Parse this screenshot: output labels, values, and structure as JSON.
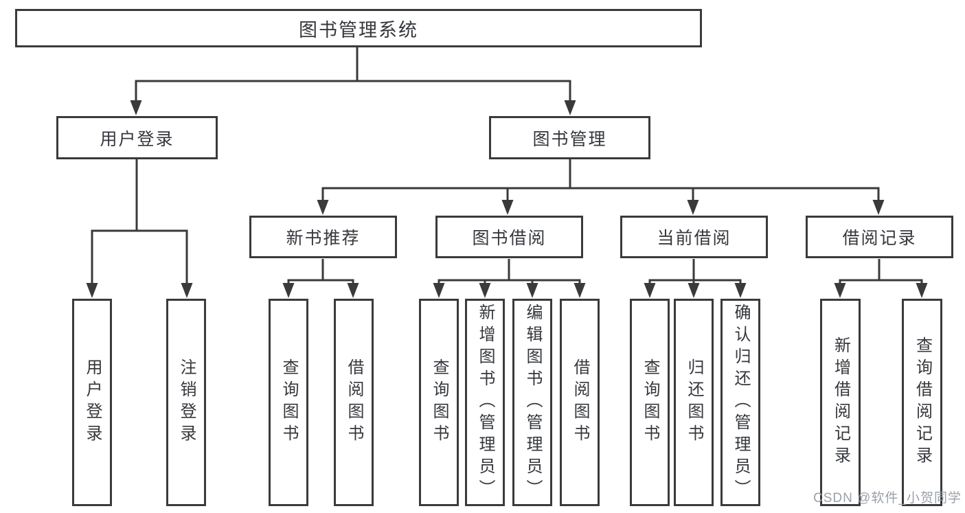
{
  "diagram": {
    "title": "图书管理系统",
    "branches": [
      {
        "label": "用户登录",
        "children": [
          "用户登录",
          "注销登录"
        ]
      },
      {
        "label": "图书管理",
        "children": [
          {
            "label": "新书推荐",
            "children": [
              "查询图书",
              "借阅图书"
            ]
          },
          {
            "label": "图书借阅",
            "children": [
              "查询图书",
              "新增图书（管理员）",
              "编辑图书（管理员）",
              "借阅图书"
            ]
          },
          {
            "label": "当前借阅",
            "children": [
              "查询图书",
              "归还图书",
              "确认归还（管理员）"
            ]
          },
          {
            "label": "借阅记录",
            "children": [
              "新增借阅记录",
              "查询借阅记录"
            ]
          }
        ]
      }
    ]
  },
  "watermark": {
    "text": "CSDN @软件_小贺同学"
  },
  "colors": {
    "line": "#3a3a3a",
    "box_border": "#3a3a3a",
    "text": "#35373c",
    "watermark": "#9aa0a8",
    "background": "#ffffff"
  }
}
